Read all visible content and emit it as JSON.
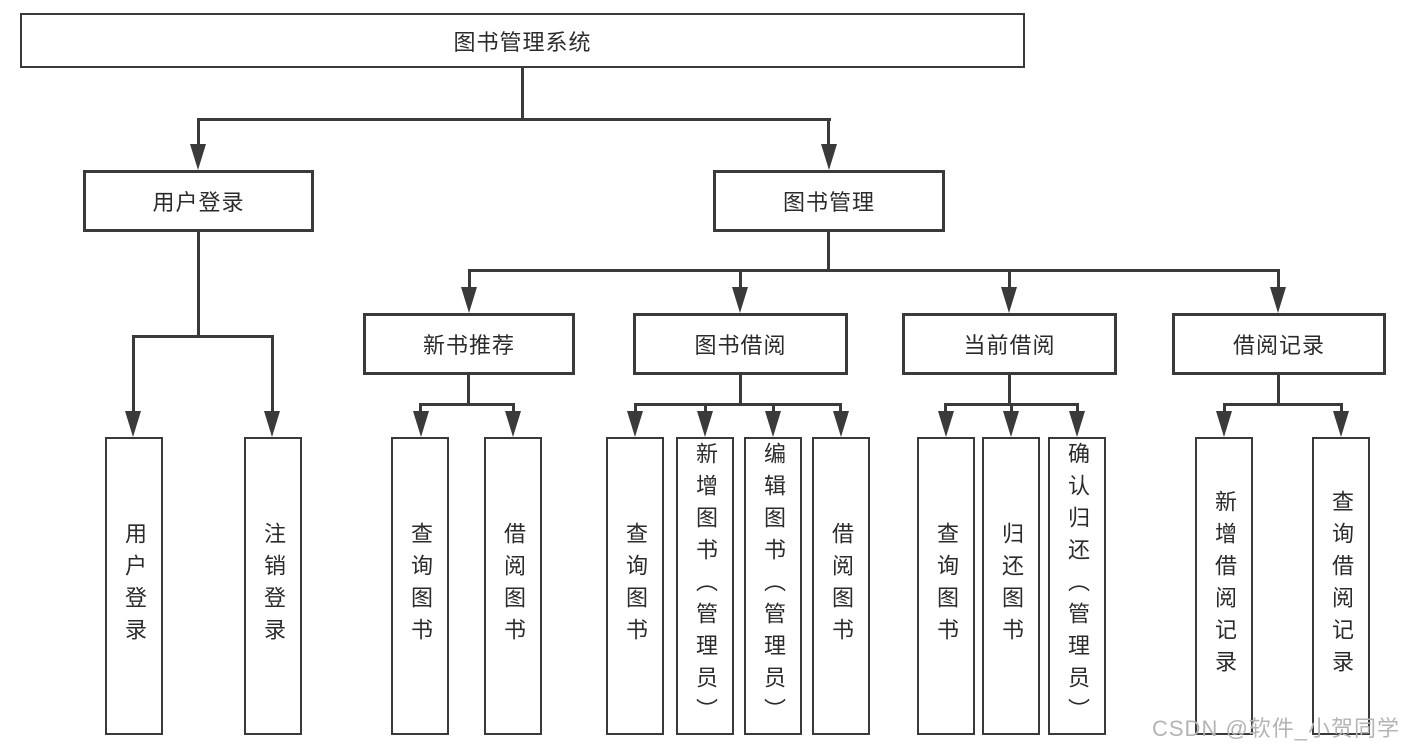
{
  "colors": {
    "line": "#3a3a3a",
    "text": "#2b2b2b",
    "box-bg": "#ffffff",
    "watermark": "#b4b4b4"
  },
  "root": {
    "label": "图书管理系统"
  },
  "nodes": {
    "user_login": {
      "label": "用户登录",
      "children": [
        "用户登录",
        "注销登录"
      ]
    },
    "book_mgmt": {
      "label": "图书管理"
    },
    "new_book": {
      "label": "新书推荐",
      "children": [
        "查询图书",
        "借阅图书"
      ]
    },
    "book_borrow": {
      "label": "图书借阅",
      "children": [
        "查询图书",
        "新增图书（管理员）",
        "编辑图书（管理员）",
        "借阅图书"
      ]
    },
    "current_borrow": {
      "label": "当前借阅",
      "children": [
        "查询图书",
        "归还图书",
        "确认归还（管理员）"
      ]
    },
    "borrow_records": {
      "label": "借阅记录",
      "children": [
        "新增借阅记录",
        "查询借阅记录"
      ]
    }
  },
  "watermark": "CSDN @软件_小贺同学"
}
